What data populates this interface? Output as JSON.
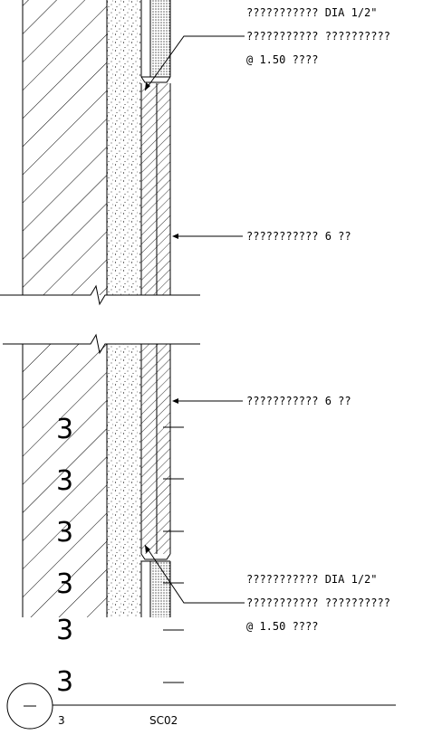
{
  "annotations": {
    "top_dowel": "??????????? DIA 1/2\"",
    "top_note": "??????????? ??????????",
    "top_spacing": "@ 1.50 ????",
    "top_plate": "??????????? 6 ??",
    "bottom_plate": "??????????? 6 ??",
    "bottom_dowel": "??????????? DIA 1/2\"",
    "bottom_note": "??????????? ??????????",
    "bottom_spacing": "@ 1.50 ????"
  },
  "markers": [
    "3",
    "3",
    "3",
    "3",
    "3",
    "3"
  ],
  "title_block": {
    "detail_number": "3",
    "sheet": "SC02"
  }
}
